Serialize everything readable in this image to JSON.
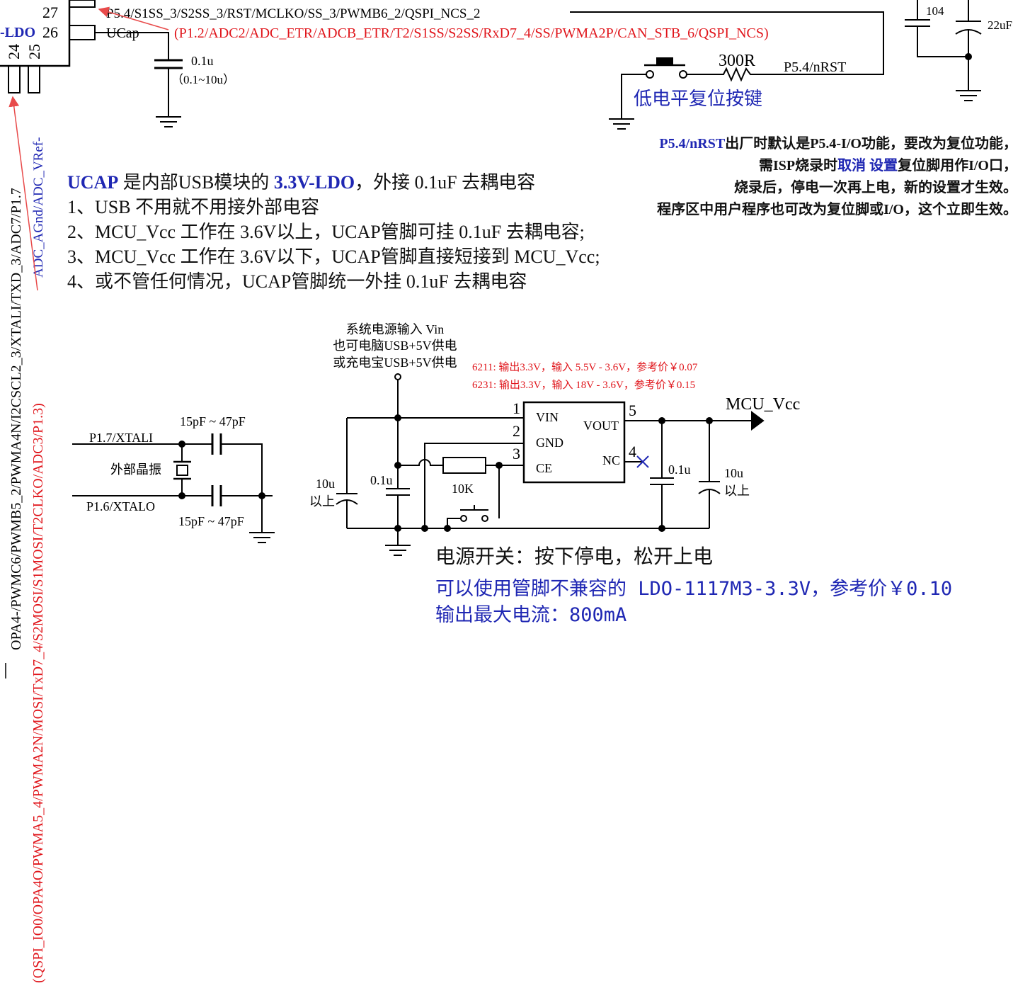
{
  "colors": {
    "wire": "#000000",
    "red": "#e0151b",
    "blue": "#1f27b3",
    "arrow": "#e84a4a"
  },
  "mcu": {
    "pin27": "27",
    "pin26": "26",
    "pin24": "24",
    "pin25": "25",
    "ldo_label": "-LDO",
    "ucap_label": "UCap",
    "p54_line": "P5.4/S1SS_3/S2SS_3/RST/MCLKO/SS_3/PWMB6_2/QSPI_NCS_2",
    "p12_line": "(P1.2/ADC2/ADC_ETR/ADCB_ETR/T2/S1SS/S2SS/RxD7_4/SS/PWMA2P/CAN_STB_6/QSPI_NCS)",
    "vert_black": "OPA4-/PWMC6/PWMB5_2/PWMA4N/I2CSCL2_3/XTALI/TXD_3/ADC7/P1.7",
    "vert_red": "(QSPI_IO0/OPA4O/PWMA5_4/PWMA2N/MOSI/TxD7_4/S2MOSI/S1MOSI/T2CLKO/ADC3/P1.3)",
    "vert_blue": "ADC_AGnd/ADC_VRef-"
  },
  "ucap_cap": {
    "value": "0.1u",
    "range": "（0.1~10u）"
  },
  "reset": {
    "resistor": "300R",
    "net": "P5.4/nRST",
    "button_label": "低电平复位按键",
    "cap104": "104",
    "cap22": "22uF"
  },
  "reset_notes": {
    "l1_blue": "P5.4/nRST",
    "l1_rest_a": "出厂时默认是",
    "l1_bold": "P5.4-I/O",
    "l1_rest_b": "功能，要改为复位功能，",
    "l2_a": "需ISP烧录时",
    "l2_blue": "取消 设置",
    "l2_b": "复位脚用作I/O口，",
    "l3": "烧录后，停电一次再上电，新的设置才生效。",
    "l4": "程序区中用户程序也可改为复位脚或I/O，这个立即生效。"
  },
  "ucap_notes": {
    "l0_blue1": "UCAP",
    "l0_mid": " 是内部USB模块的 ",
    "l0_blue2": "3.3V-LDO",
    "l0_end": "，外接 0.1uF 去耦电容",
    "l1": "1、USB 不用就不用接外部电容",
    "l2": "2、MCU_Vcc 工作在 3.6V以上，UCAP管脚可挂 0.1uF 去耦电容;",
    "l3": "3、MCU_Vcc 工作在 3.6V以下，UCAP管脚直接短接到 MCU_Vcc;",
    "l4": "4、或不管任何情况，UCAP管脚统一外挂 0.1uF 去耦电容"
  },
  "crystal": {
    "xtali": "P1.7/XTALI",
    "xtalo": "P1.6/XTALO",
    "cap_top": "15pF ~ 47pF",
    "cap_bot": "15pF ~ 47pF",
    "label": "外部晶振"
  },
  "ldo": {
    "vin1": "系统电源输入 Vin",
    "vin2": "也可电脑USB+5V供电",
    "vin3": "或充电宝USB+5V供电",
    "note6211": "6211:  输出3.3V，输入 5.5V - 3.6V，参考价￥0.07",
    "note6231": "6231:  输出3.3V，输入  18V - 3.6V，参考价￥0.15",
    "pin1": "1",
    "pin2": "2",
    "pin3": "3",
    "pin4": "4",
    "pin5": "5",
    "vin": "VIN",
    "gnd": "GND",
    "ce": "CE",
    "vout": "VOUT",
    "nc": "NC",
    "out_net": "MCU_Vcc",
    "c_in_big": "10u",
    "c_in_big_note": "以上",
    "c_in_small": "0.1u",
    "r_ce": "10K",
    "c_out_small": "0.1u",
    "c_out_big": "10u",
    "c_out_big_note": "以上",
    "switch_note": "电源开关：按下停电，松开上电",
    "tip1": "可以使用管脚不兼容的 LDO-1117M3-3.3V，参考价￥0.10",
    "tip2": "输出最大电流：800mA"
  }
}
